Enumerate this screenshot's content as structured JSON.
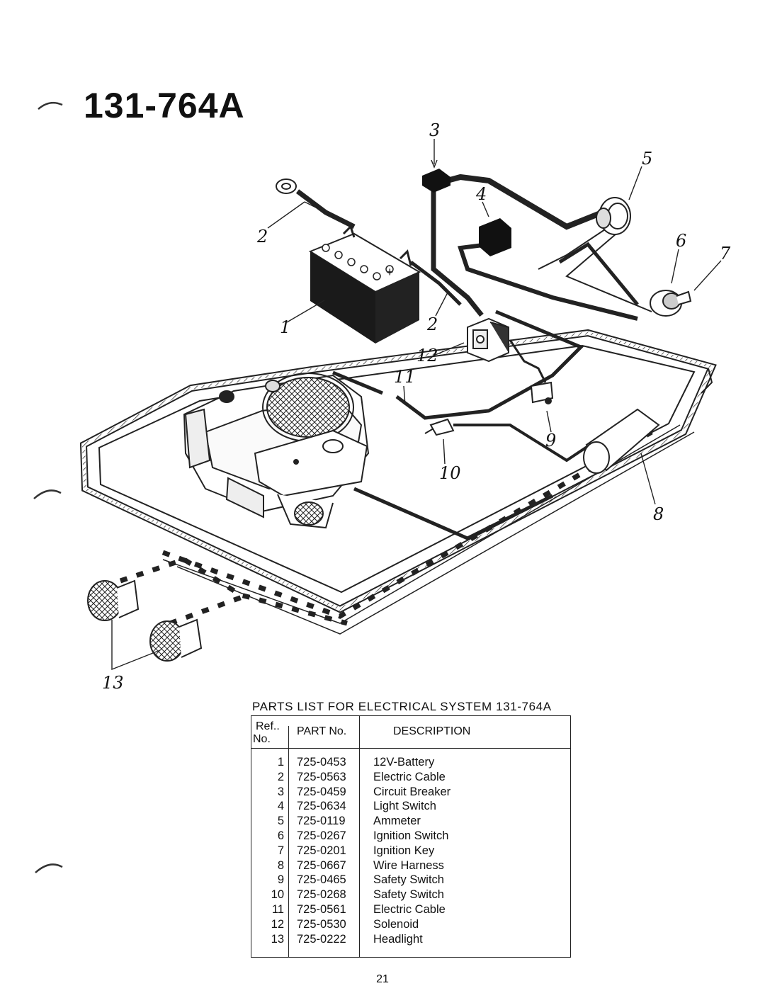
{
  "title": "131-764A",
  "callouts": [
    "3",
    "5",
    "4",
    "2",
    "6",
    "7",
    "1",
    "2",
    "12",
    "11",
    "9",
    "10",
    "8",
    "13"
  ],
  "parts_list": {
    "heading": "PARTS LIST FOR ELECTRICAL SYSTEM 131-764A",
    "columns": {
      "ref": "Ref..",
      "ref2": "No.",
      "part": "PART No.",
      "desc": "DESCRIPTION"
    },
    "rows": [
      {
        "ref": "1",
        "part": "725-0453",
        "desc": "12V-Battery"
      },
      {
        "ref": "2",
        "part": "725-0563",
        "desc": "Electric Cable"
      },
      {
        "ref": "3",
        "part": "725-0459",
        "desc": "Circuit Breaker"
      },
      {
        "ref": "4",
        "part": "725-0634",
        "desc": "Light Switch"
      },
      {
        "ref": "5",
        "part": "725-0119",
        "desc": "Ammeter"
      },
      {
        "ref": "6",
        "part": "725-0267",
        "desc": "Ignition Switch"
      },
      {
        "ref": "7",
        "part": "725-0201",
        "desc": "Ignition Key"
      },
      {
        "ref": "8",
        "part": "725-0667",
        "desc": "Wire Harness"
      },
      {
        "ref": "9",
        "part": "725-0465",
        "desc": "Safety Switch"
      },
      {
        "ref": "10",
        "part": "725-0268",
        "desc": "Safety Switch"
      },
      {
        "ref": "11",
        "part": "725-0561",
        "desc": "Electric Cable"
      },
      {
        "ref": "12",
        "part": "725-0530",
        "desc": "Solenoid"
      },
      {
        "ref": "13",
        "part": "725-0222",
        "desc": "Headlight"
      }
    ]
  },
  "page_number": "21"
}
